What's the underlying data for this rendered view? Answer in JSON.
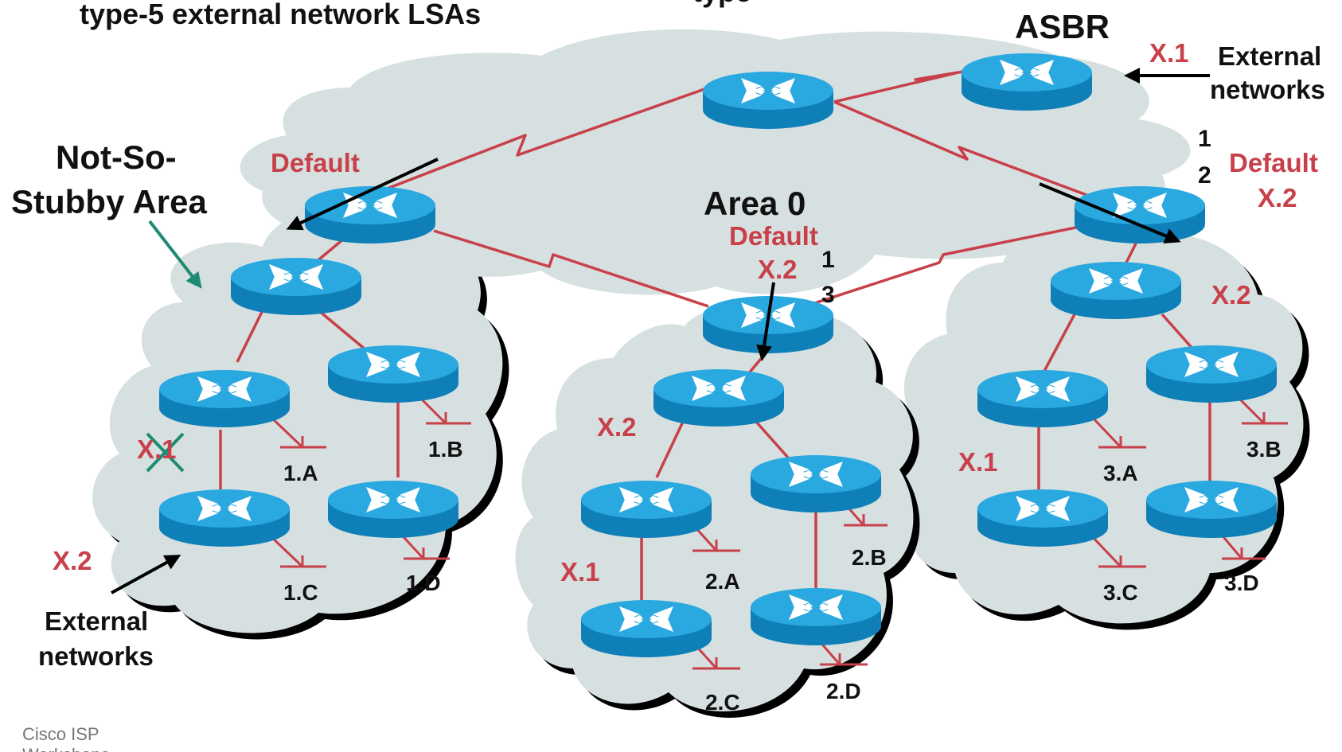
{
  "title_partial": "type-5 external network LSAs",
  "title_partial_right": "type",
  "nssa_label_line1": "Not-So-",
  "nssa_label_line2": "Stubby Area",
  "area0_label": "Area 0",
  "asbr_label": "ASBR",
  "external_networks_right_line1": "External",
  "external_networks_right_line2": "networks",
  "external_networks_left_line1": "External",
  "external_networks_left_line2": "networks",
  "labels": {
    "default_left": "Default",
    "default_center": "Default",
    "default_right": "Default",
    "x1_asbr": "X.1",
    "x2_right_top": "X.2",
    "x2_center_top": "X.2",
    "x2_center_area": "X.2",
    "x2_right_area": "X.2",
    "x2_left_area": "X.2",
    "x1_left_area": "X.1",
    "x1_center_area": "X.1",
    "x1_right_area": "X.1",
    "num_right_1": "1",
    "num_right_2": "2",
    "num_center_1": "1",
    "num_center_3": "3"
  },
  "networks": {
    "n1a": "1.A",
    "n1b": "1.B",
    "n1c": "1.C",
    "n1d": "1.D",
    "n2a": "2.A",
    "n2b": "2.B",
    "n2c": "2.C",
    "n2d": "2.D",
    "n3a": "3.A",
    "n3b": "3.B",
    "n3c": "3.C",
    "n3d": "3.D"
  },
  "footer_line1": "Cisco ISP",
  "footer_line2": "Workshops",
  "colors": {
    "link": "#c8404a",
    "router_body": "#1490c8",
    "router_top": "#2aa8e0",
    "cloud": "#d6e0e0",
    "label_red": "#c8404a",
    "blocked_x": "#1f8a73"
  }
}
